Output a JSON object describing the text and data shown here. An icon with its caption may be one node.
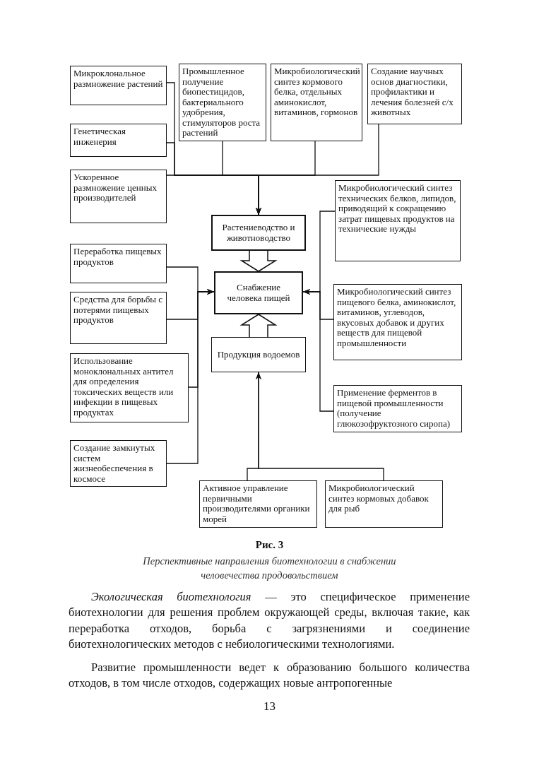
{
  "diagram": {
    "caption": "Перспективные направления биотехнологии в снабжении человечества продовольствием",
    "nodes": [
      {
        "text": [
          "Микроклональное размножение растений"
        ]
      },
      {
        "text": [
          "Промышленное получение биопестицидов, бактериального удобрения, стимуляторов роста растений"
        ]
      },
      {
        "text": [
          "Микробиологический синтез кормового белка, отдельных аминокислот, витаминов, гормонов"
        ]
      },
      {
        "text": [
          "Создание научных основ диагностики, профилактики и лечения болезней с/х животных"
        ]
      },
      {
        "text": [
          "Генетическая инженерия"
        ]
      },
      {
        "text": [
          "Ускоренное размножение ценных производителей"
        ]
      },
      {
        "text": [
          "Растениеводство и животноводство"
        ]
      },
      {
        "text": [
          "Микробиологический синтез технических белков, липидов, приводящий к сокращению затрат пищевых продуктов на технические нужды"
        ]
      },
      {
        "text": [
          "Переработка пищевых продуктов"
        ]
      },
      {
        "text": [
          "Снабжение человека пищей"
        ]
      },
      {
        "text": [
          "Средства для борьбы с потерями пищевых продуктов"
        ]
      },
      {
        "text": [
          "Микробиологический синтез пищевого белка, аминокислот, витаминов, углеводов, вкусовых добавок и других веществ для пищевой промышленности"
        ]
      },
      {
        "text": [
          "Продукция водоемов"
        ]
      },
      {
        "text": [
          "Использование моноклональных антител для определения токсических веществ или инфекции в пищевых продуктах"
        ]
      },
      {
        "text": [
          "Применение ферментов в пищевой промышленности (получение глюкозофруктозного сиропа)"
        ]
      },
      {
        "text": [
          "Создание замкнутых систем жизнеобеспечения в космосе"
        ]
      },
      {
        "text": [
          "Активное управление первичными производителями органики морей"
        ]
      },
      {
        "text": [
          "Микробиологический синтез кормовых добавок для рыб"
        ]
      }
    ],
    "edges": [
      {
        "from": 0,
        "to": 6,
        "arrow": "to"
      },
      {
        "from": 1,
        "to": 6,
        "arrow": "to"
      },
      {
        "from": 2,
        "to": 6,
        "arrow": "to"
      },
      {
        "from": 3,
        "to": 6,
        "arrow": "to"
      },
      {
        "from": 4,
        "to": 6,
        "arrow": "to"
      },
      {
        "from": 5,
        "to": 6,
        "arrow": "to"
      },
      {
        "from": 6,
        "to": 9,
        "arrow": "to",
        "style": "thick"
      },
      {
        "from": 12,
        "to": 9,
        "arrow": "to",
        "style": "thick"
      },
      {
        "from": 8,
        "to": 9,
        "arrow": "to"
      },
      {
        "from": 10,
        "to": 9,
        "arrow": "to"
      },
      {
        "from": 13,
        "to": 9,
        "arrow": "to"
      },
      {
        "from": 15,
        "to": 9,
        "arrow": "to"
      },
      {
        "from": 7,
        "to": 9,
        "arrow": "to"
      },
      {
        "from": 11,
        "to": 9,
        "arrow": "to"
      },
      {
        "from": 14,
        "to": 9,
        "arrow": "to"
      },
      {
        "from": 16,
        "to": 12,
        "arrow": "to"
      },
      {
        "from": 17,
        "to": 12,
        "arrow": "to"
      }
    ],
    "labels": [
      "Рис. 3",
      "*Экологическая биотехнология* — это специфическое применение биотехнологии для решения проблем окружающей среды, включая такие, как переработка отходов, борьба с загрязнениями и соединение биотехнологических методов с небиологическими технологиями.",
      "Развитие промышленности ведет к образованию большого количества отходов, в том числе отходов, содержащих новые антропогенные",
      "13"
    ]
  }
}
